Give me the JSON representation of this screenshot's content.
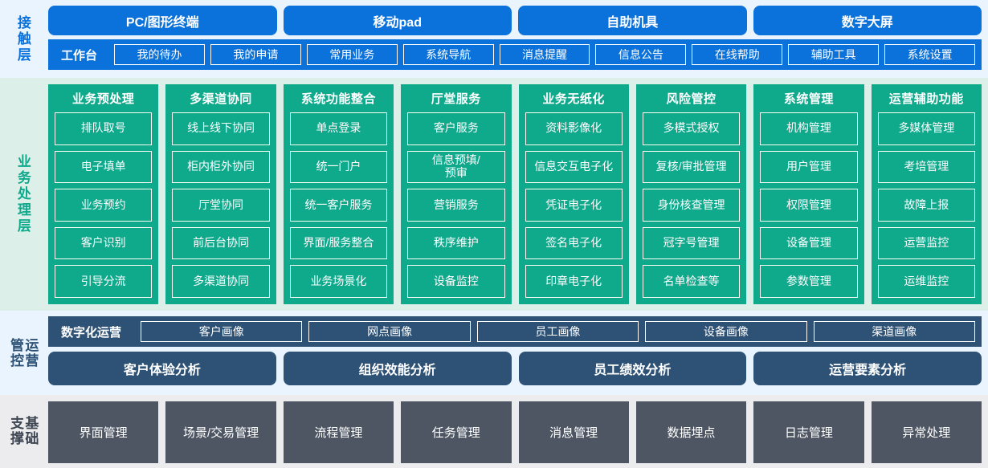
{
  "layers": {
    "contact": {
      "label": "接触层",
      "accent": "#0b72db",
      "background": "#e9f4fe",
      "channels": [
        {
          "label": "PC/图形终端"
        },
        {
          "label": "移动pad"
        },
        {
          "label": "自助机具"
        },
        {
          "label": "数字大屏"
        }
      ],
      "workbench": {
        "title": "工作台",
        "items": [
          {
            "label": "我的待办"
          },
          {
            "label": "我的申请"
          },
          {
            "label": "常用业务"
          },
          {
            "label": "系统导航"
          },
          {
            "label": "消息提醒"
          },
          {
            "label": "信息公告"
          },
          {
            "label": "在线帮助"
          },
          {
            "label": "辅助工具"
          },
          {
            "label": "系统设置"
          }
        ]
      }
    },
    "business": {
      "label": "业务处理层",
      "accent": "#0fa98c",
      "background": "#dcefe9",
      "columns": [
        {
          "title": "业务预处理",
          "items": [
            {
              "label": "排队取号"
            },
            {
              "label": "电子填单"
            },
            {
              "label": "业务预约"
            },
            {
              "label": "客户识别"
            },
            {
              "label": "引导分流"
            }
          ]
        },
        {
          "title": "多渠道协同",
          "items": [
            {
              "label": "线上线下协同"
            },
            {
              "label": "柜内柜外协同"
            },
            {
              "label": "厅堂协同"
            },
            {
              "label": "前后台协同"
            },
            {
              "label": "多渠道协同"
            }
          ]
        },
        {
          "title": "系统功能整合",
          "items": [
            {
              "label": "单点登录"
            },
            {
              "label": "统一门户"
            },
            {
              "label": "统一客户服务"
            },
            {
              "label": "界面/服务整合"
            },
            {
              "label": "业务场景化"
            }
          ]
        },
        {
          "title": "厅堂服务",
          "items": [
            {
              "label": "客户服务"
            },
            {
              "label": "信息预填/\n预审"
            },
            {
              "label": "营销服务"
            },
            {
              "label": "秩序维护"
            },
            {
              "label": "设备监控"
            }
          ]
        },
        {
          "title": "业务无纸化",
          "items": [
            {
              "label": "资料影像化"
            },
            {
              "label": "信息交互电子化"
            },
            {
              "label": "凭证电子化"
            },
            {
              "label": "签名电子化"
            },
            {
              "label": "印章电子化"
            }
          ]
        },
        {
          "title": "风险管控",
          "items": [
            {
              "label": "多模式授权"
            },
            {
              "label": "复核/审批管理"
            },
            {
              "label": "身份核查管理"
            },
            {
              "label": "冠字号管理"
            },
            {
              "label": "名单检查等"
            }
          ]
        },
        {
          "title": "系统管理",
          "items": [
            {
              "label": "机构管理"
            },
            {
              "label": "用户管理"
            },
            {
              "label": "权限管理"
            },
            {
              "label": "设备管理"
            },
            {
              "label": "参数管理"
            }
          ]
        },
        {
          "title": "运营辅助功能",
          "items": [
            {
              "label": "多媒体管理"
            },
            {
              "label": "考培管理"
            },
            {
              "label": "故障上报"
            },
            {
              "label": "运营监控"
            },
            {
              "label": "运维监控"
            }
          ]
        }
      ]
    },
    "operations": {
      "label_line1": "运营",
      "label_line2": "管控",
      "accent": "#2e5276",
      "background": "#e9f4fe",
      "portrait_row": {
        "title": "数字化运营",
        "items": [
          {
            "label": "客户画像"
          },
          {
            "label": "网点画像"
          },
          {
            "label": "员工画像"
          },
          {
            "label": "设备画像"
          },
          {
            "label": "渠道画像"
          }
        ]
      },
      "analysis_row": [
        {
          "label": "客户体验分析"
        },
        {
          "label": "组织效能分析"
        },
        {
          "label": "员工绩效分析"
        },
        {
          "label": "运营要素分析"
        }
      ]
    },
    "base": {
      "label_line1": "基础",
      "label_line2": "支撑",
      "accent": "#4e5664",
      "background": "#ececee",
      "items": [
        {
          "label": "界面管理"
        },
        {
          "label": "场景/交易管理"
        },
        {
          "label": "流程管理"
        },
        {
          "label": "任务管理"
        },
        {
          "label": "消息管理"
        },
        {
          "label": "数据埋点"
        },
        {
          "label": "日志管理"
        },
        {
          "label": "异常处理"
        }
      ]
    }
  }
}
